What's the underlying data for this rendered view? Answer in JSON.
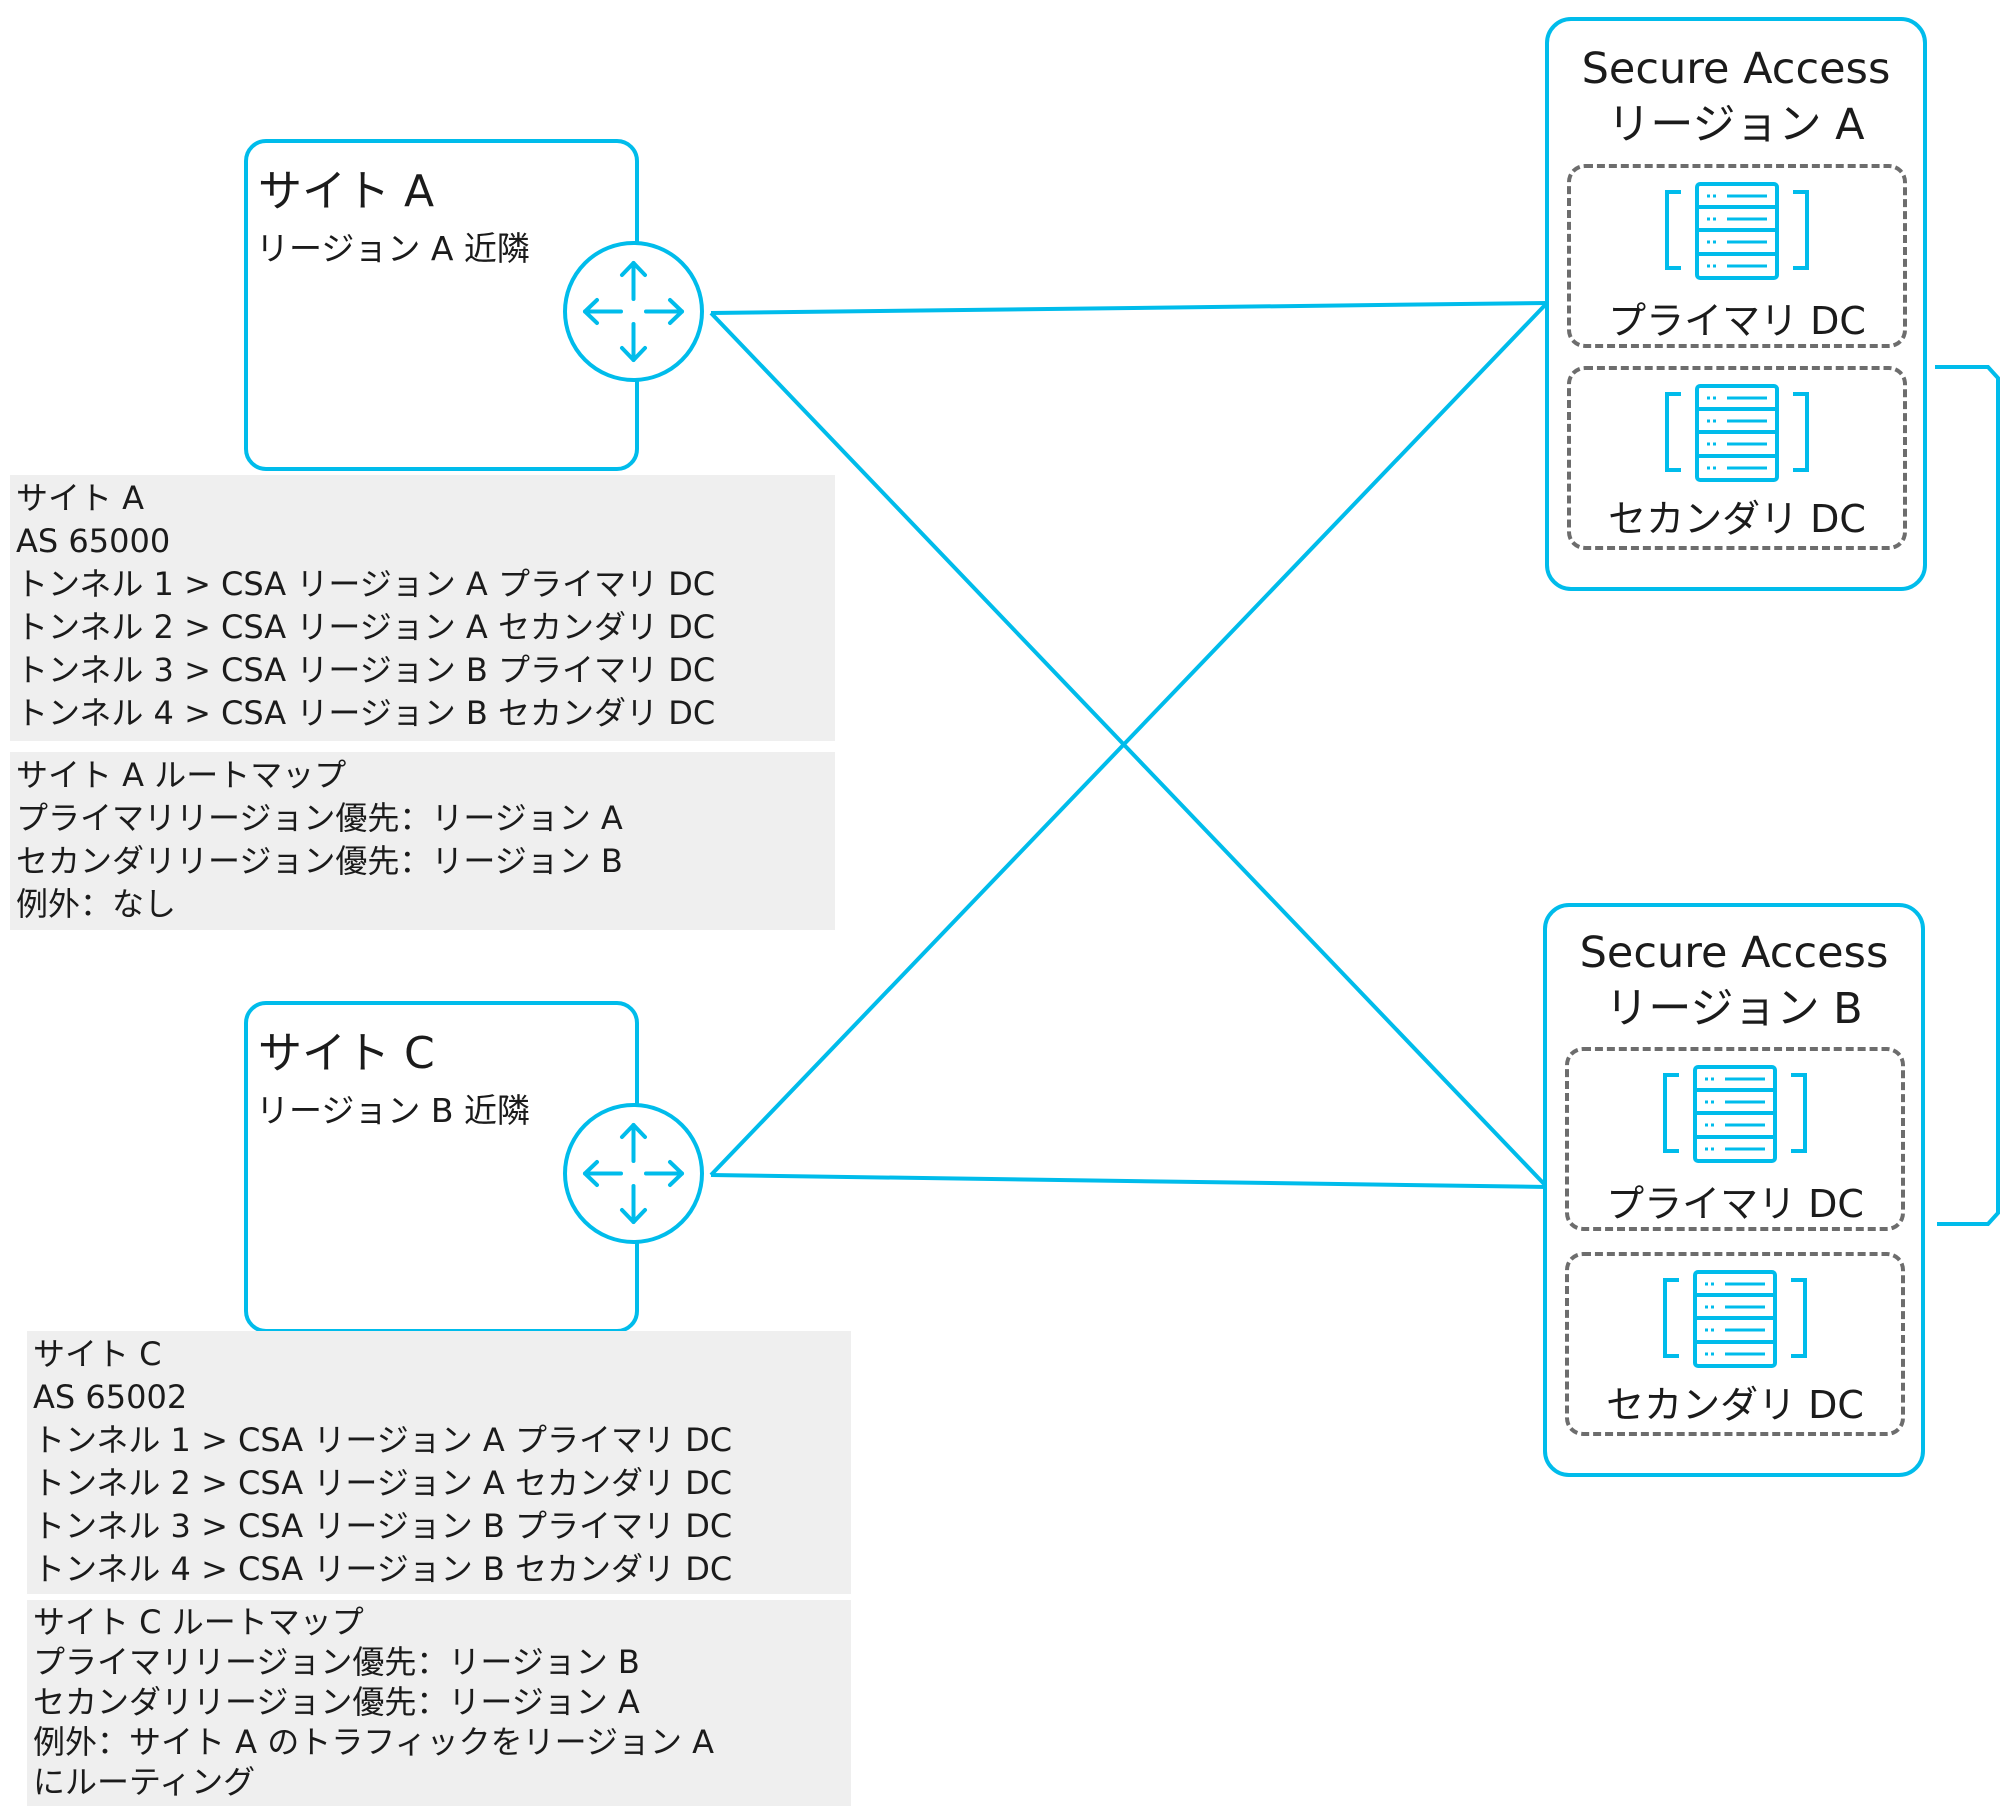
{
  "colors": {
    "accent": "#00bceb",
    "dashed": "#6d6d6d",
    "info_bg": "#efefef"
  },
  "site_a": {
    "title": "サイト A",
    "subtitle": "リージョン A 近隣",
    "icon": "router-icon",
    "info": [
      "サイト A",
      "AS 65000",
      "トンネル 1 > CSA リージョン A プライマリ DC",
      "トンネル 2 > CSA リージョン A セカンダリ DC",
      "トンネル 3 > CSA リージョン B プライマリ DC",
      "トンネル 4 > CSA リージョン B セカンダリ DC"
    ],
    "route_map": [
      "サイト A ルートマップ",
      "プライマリリージョン優先：リージョン A",
      "セカンダリリージョン優先：リージョン B",
      "例外：なし"
    ]
  },
  "site_c": {
    "title": "サイト C",
    "subtitle": "リージョン B 近隣",
    "icon": "router-icon",
    "info": [
      "サイト C",
      "AS 65002",
      "トンネル 1 > CSA リージョン A プライマリ DC",
      "トンネル 2 > CSA リージョン A セカンダリ DC",
      "トンネル 3 > CSA リージョン B プライマリ DC",
      "トンネル 4 > CSA リージョン B セカンダリ DC"
    ],
    "route_map": [
      "サイト C ルートマップ",
      "プライマリリージョン優先：リージョン B",
      "セカンダリリージョン優先：リージョン A",
      "例外：サイト A のトラフィックをリージョン A",
      "にルーティング"
    ]
  },
  "region_a": {
    "title_1": "Secure Access",
    "title_2": "リージョン A",
    "primary": "プライマリ DC",
    "secondary": "セカンダリ DC",
    "icon": "server-rack-icon"
  },
  "region_b": {
    "title_1": "Secure Access",
    "title_2": "リージョン B",
    "primary": "プライマリ DC",
    "secondary": "セカンダリ DC",
    "icon": "server-rack-icon"
  }
}
